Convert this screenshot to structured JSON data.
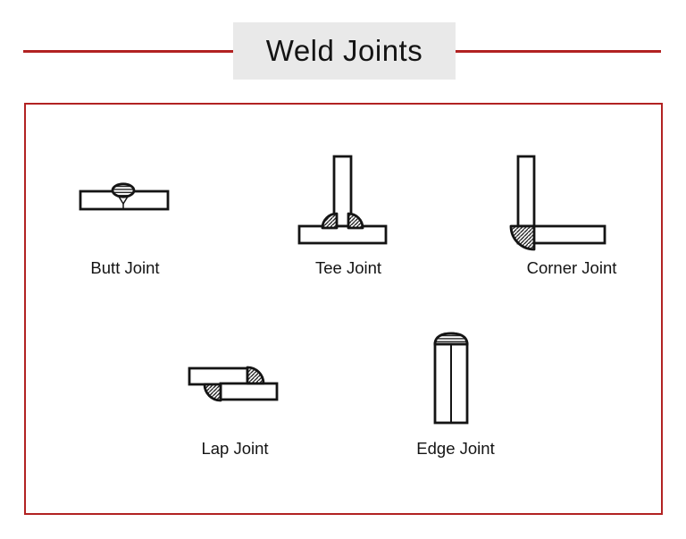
{
  "title": "Weld Joints",
  "colors": {
    "accent_red": "#b22222",
    "title_background": "#e9e9e9",
    "diagram_line": "#141414"
  },
  "joints": [
    {
      "id": "butt",
      "label": "Butt Joint"
    },
    {
      "id": "tee",
      "label": "Tee Joint"
    },
    {
      "id": "corner",
      "label": "Corner Joint"
    },
    {
      "id": "lap",
      "label": "Lap Joint"
    },
    {
      "id": "edge",
      "label": "Edge Joint"
    }
  ]
}
